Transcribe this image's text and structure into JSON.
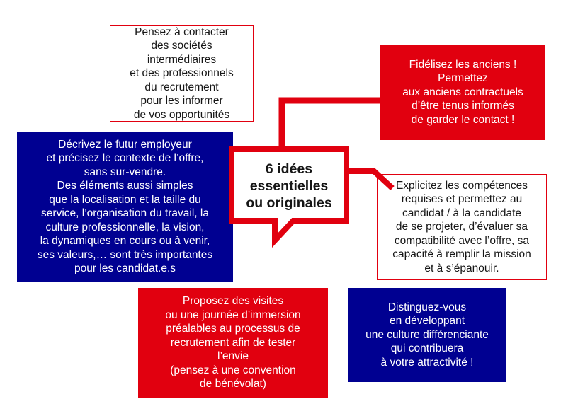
{
  "center": {
    "title": "6 idées\nessentielles\nou originales"
  },
  "ideas": {
    "contact": "Pensez à contacter\ndes sociétés\nintermédiaires\net des professionnels\ndu recrutement\npour les informer\nde vos opportunités",
    "fidelize": "Fidélisez les anciens !\nPermettez\naux anciens contractuels\nd’être tenus informés\nde garder le contact !",
    "decrivez": "Décrivez le futur employeur\net précisez le contexte de l’offre,\nsans sur-vendre.\nDes éléments aussi simples\nque la localisation et la taille du\nservice, l’organisation du travail, la\nculture professionnelle, la vision,\nla dynamiques en cours ou à venir,\nses valeurs,… sont très importantes\npour les candidat.e.s",
    "explicitez": "Explicitez les compétences\nrequises et permettez au\ncandidat / à la candidate\nde se projeter, d’évaluer sa\ncompatibilité avec l’offre, sa\ncapacité à remplir la mission\net à s’épanouir.",
    "visites": "Proposez des visites\nou une journée d’immersion\npréalables au processus de\nrecrutement afin de tester\nl’envie\n(pensez à une convention\nde bénévolat)",
    "distinguez": "Distinguez-vous\nen développant\nune culture différenciante\nqui contribuera\nà votre attractivité !"
  },
  "colors": {
    "red": "#e1000f",
    "navy": "#000091",
    "text": "#161616"
  }
}
